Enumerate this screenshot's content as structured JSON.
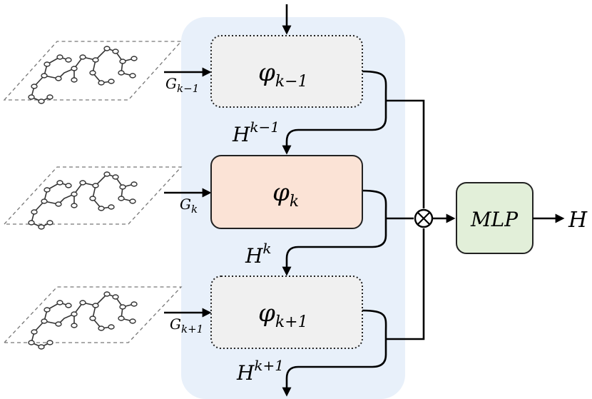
{
  "modules": [
    {
      "base": "φ",
      "sub": "k−1",
      "input_base": "G",
      "input_sub": "k−1",
      "out_base": "H",
      "out_sup": "k−1",
      "fill": "#f0f0f0",
      "dotted": true
    },
    {
      "base": "φ",
      "sub": "k",
      "input_base": "G",
      "input_sub": "k",
      "out_base": "H",
      "out_sup": "k",
      "fill": "#fbe3d6",
      "dotted": false
    },
    {
      "base": "φ",
      "sub": "k+1",
      "input_base": "G",
      "input_sub": "k+1",
      "out_base": "H",
      "out_sup": "k+1",
      "fill": "#f0f0f0",
      "dotted": true
    }
  ],
  "aggregator": {
    "symbol": "⊗"
  },
  "mlp": {
    "label": "MLP",
    "fill": "#e2efd9"
  },
  "output": {
    "label": "H"
  },
  "colors": {
    "panel": "#e8f0fa",
    "module_border": "#222222"
  }
}
